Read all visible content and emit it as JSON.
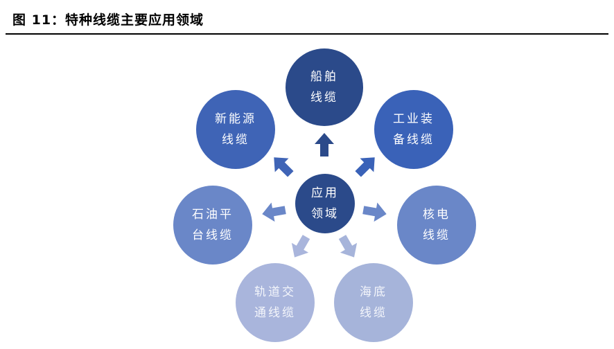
{
  "figure": {
    "title": "图 11：特种线缆主要应用领域"
  },
  "diagram": {
    "center": {
      "lines": [
        "应用",
        "领域"
      ],
      "color": "#2b4a8a"
    },
    "nodes": [
      {
        "id": "ship",
        "lines": [
          "船舶",
          "线缆"
        ],
        "color": "#2b4a8a"
      },
      {
        "id": "industrial",
        "lines": [
          "工业装",
          "备线缆"
        ],
        "color": "#3a62b8"
      },
      {
        "id": "nuclear",
        "lines": [
          "核电",
          "线缆"
        ],
        "color": "#6a87c8"
      },
      {
        "id": "subsea",
        "lines": [
          "海底",
          "线缆"
        ],
        "color": "#a6b4da"
      },
      {
        "id": "rail",
        "lines": [
          "轨道交",
          "通线缆"
        ],
        "color": "#a9b5dc"
      },
      {
        "id": "oil",
        "lines": [
          "石油平",
          "台线缆"
        ],
        "color": "#6a87c8"
      },
      {
        "id": "newenergy",
        "lines": [
          "新能源",
          "线缆"
        ],
        "color": "#3f64b6"
      }
    ],
    "arrow_colors": {
      "ship": "#2b4a8a",
      "industrial": "#3a62b8",
      "nuclear": "#6a87c8",
      "subsea": "#a6b4da",
      "rail": "#a9b5dc",
      "oil": "#6a87c8",
      "newenergy": "#3f64b6"
    }
  }
}
